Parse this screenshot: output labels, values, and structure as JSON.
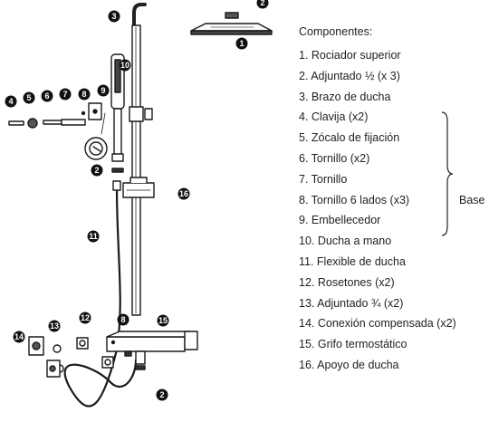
{
  "legend": {
    "title": "Componentes:",
    "items": [
      "1. Rociador superior",
      "2. Adjuntado ½ (x 3)",
      "3. Brazo de ducha",
      "4. Clavija (x2)",
      "5. Zócalo de fijación",
      "6. Tornillo (x2)",
      "7. Tornillo",
      "8. Tornillo 6 lados (x3)",
      "9. Embellecedor",
      "10. Ducha a mano",
      "11. Flexible de ducha",
      "12. Rosetones (x2)",
      "13. Adjuntado ¾ (x2)",
      "14. Conexión compensada (x2)",
      "15. Grifo termostático",
      "16. Apoyo de ducha"
    ],
    "group_label": "Base"
  },
  "callouts": [
    "1",
    "2",
    "3",
    "4",
    "5",
    "6",
    "7",
    "8",
    "9",
    "10",
    "11",
    "12",
    "13",
    "14",
    "15",
    "16",
    "8",
    "2",
    "2"
  ]
}
